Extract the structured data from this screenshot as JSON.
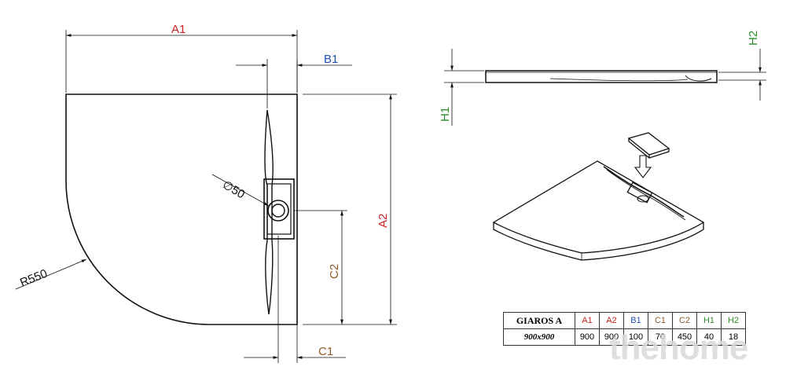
{
  "colors": {
    "red": "#cc1f1f",
    "blue": "#1f4fa8",
    "brown": "#8a5a2b",
    "green": "#2e8b2e",
    "line": "#111111"
  },
  "labels": {
    "a1": "A1",
    "a2": "A2",
    "b1": "B1",
    "c1": "C1",
    "c2": "C2",
    "h1": "H1",
    "h2": "H2",
    "radius": "R550",
    "drain": "∅50"
  },
  "table": {
    "model": "GIAROS A",
    "size": "900x900",
    "headers": [
      "A1",
      "A2",
      "B1",
      "C1",
      "C2",
      "H1",
      "H2"
    ],
    "values": [
      "900",
      "900",
      "100",
      "70",
      "450",
      "40",
      "18"
    ]
  },
  "watermark": "thehome"
}
